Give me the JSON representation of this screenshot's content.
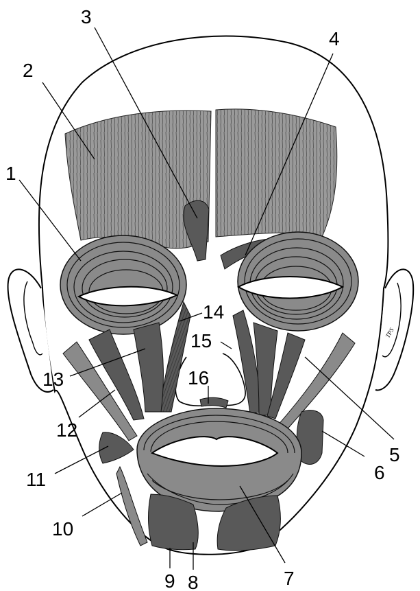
{
  "labels": [
    "1",
    "2",
    "3",
    "4",
    "5",
    "6",
    "7",
    "8",
    "9",
    "10",
    "11",
    "12",
    "13",
    "14",
    "15",
    "16"
  ],
  "signature": "TPS",
  "colors": {
    "muscle_light": "#9a9a9a",
    "muscle_dark": "#595959",
    "outline": "#000000",
    "background": "#ffffff"
  }
}
